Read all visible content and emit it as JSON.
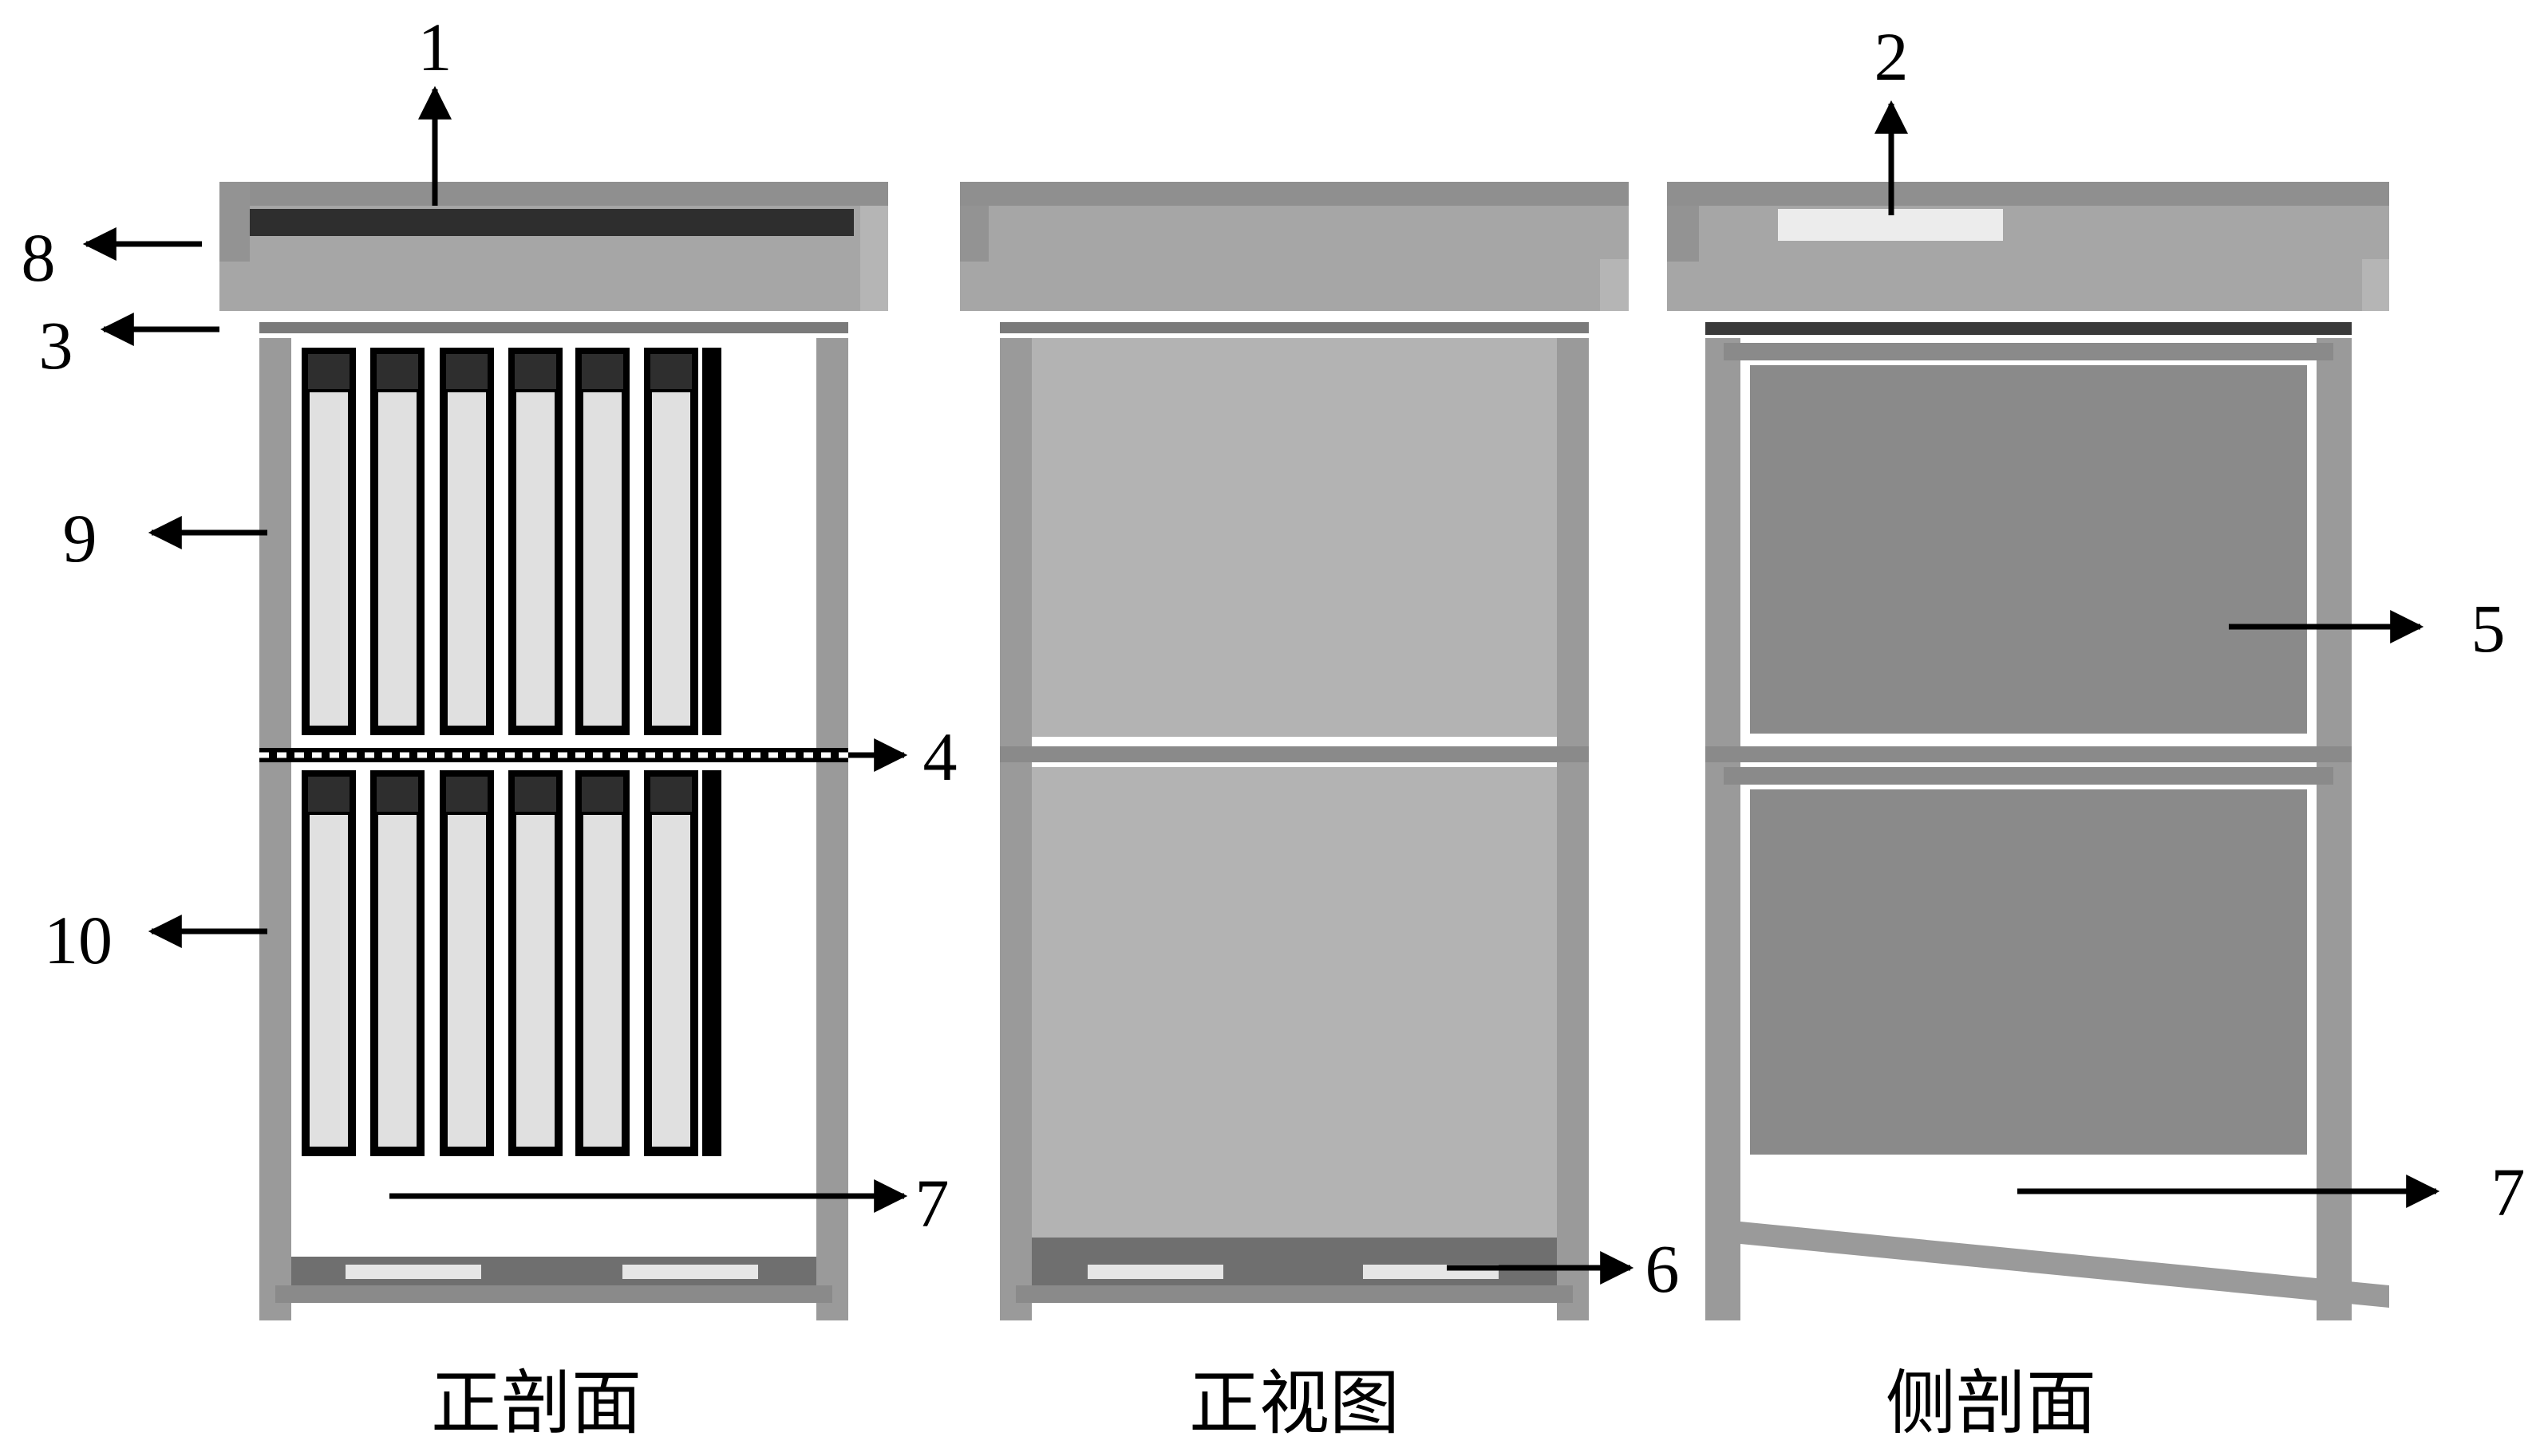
{
  "captions": {
    "front_section": "正剖面",
    "front_view": "正视图",
    "side_section": "侧剖面"
  },
  "callouts": {
    "c1": "1",
    "c2": "2",
    "c3": "3",
    "c4": "4",
    "c5": "5",
    "c6": "6",
    "c7_left": "7",
    "c7_right": "7",
    "c8": "8",
    "c9": "9",
    "c10": "10"
  },
  "colors": {
    "frame": "#9a9a9a",
    "frame_dark": "#7a7a7a",
    "hood": "#a6a6a6",
    "panel": "#b3b3b3",
    "side_panel": "#8a8a8a",
    "tube_fill": "#e0e0e0",
    "black": "#000000",
    "tray_dark": "#6f6f6f",
    "tray_slot": "#e6e6e6"
  }
}
